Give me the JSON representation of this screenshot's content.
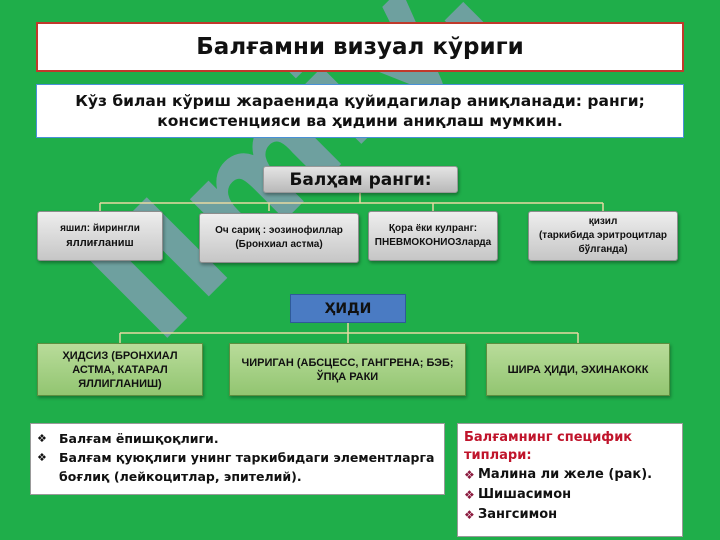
{
  "slide": {
    "title": "Балғамни визуал кўриги",
    "intro": "Кўз билан кўриш жараенида қуйидагилар аниқланади: ранги; консистенцияси ва ҳидини аниқлаш мумкин.",
    "watermark": "Ilmiy.uz"
  },
  "color_section": {
    "heading": "Балҳам ранги:",
    "boxes": [
      {
        "line1": "яшил: йирингли",
        "line2": "яллиғланиш"
      },
      {
        "line1": "Оч сариқ : эозинофиллар",
        "line2": "(Бронхиал астма)"
      },
      {
        "line1": "Қора ёки кулранг:",
        "line2": "ПНЕВМОКОНИОЗларда"
      },
      {
        "line1": "қизил",
        "line2": "(таркибида эритроцитлар бўлганда)"
      }
    ]
  },
  "smell_section": {
    "heading": "ҲИДИ",
    "boxes": [
      {
        "text": "ҲИДСИЗ (БРОНХИАЛ АСТМА, КАТАРАЛ ЯЛЛИГЛАНИШ)"
      },
      {
        "text": "ЧИРИГАН (АБСЦЕСС, ГАНГРЕНА; БЭБ; ЎПҚА РАКИ"
      },
      {
        "text": "ШИРА ҲИДИ, ЭХИНАКОКК"
      }
    ]
  },
  "bullets": {
    "items": [
      "Балғам ёпишқоқлиги.",
      "Балғам қуюқлиги унинг таркибидаги элементларга боғлиқ (лейкоцитлар, эпителий)."
    ]
  },
  "types": {
    "heading": "Балғамнинг специфик типлари:",
    "items": [
      "Малина ли  желе (рак).",
      "Шишасимон",
      "Зангсимон"
    ]
  },
  "colors": {
    "background": "#1fae4a",
    "title_border": "#c0392b",
    "smell_heading": "#4a7bc3",
    "types_heading_text": "#c0142b"
  }
}
